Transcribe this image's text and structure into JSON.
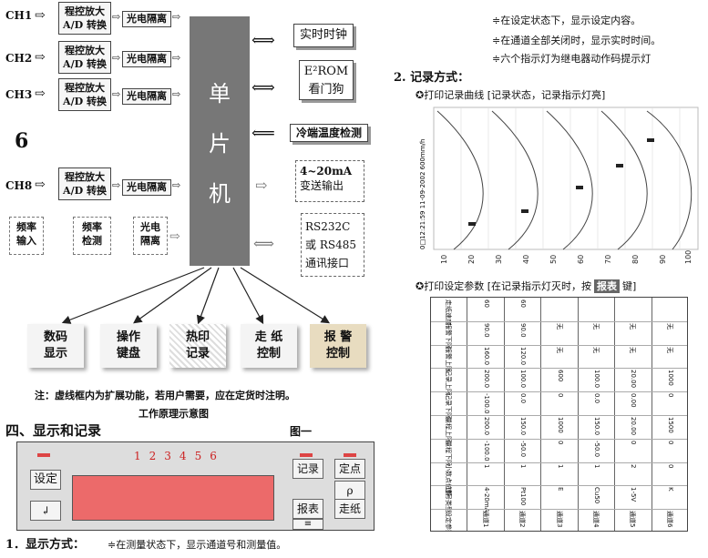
{
  "channels": [
    {
      "label": "CH1",
      "amp": [
        "程控放大",
        "A/D 转换"
      ],
      "opto": "光电隔离"
    },
    {
      "label": "CH2",
      "amp": [
        "程控放大",
        "A/D 转换"
      ],
      "opto": "光电隔离"
    },
    {
      "label": "CH3",
      "amp": [
        "程控放大",
        "A/D 转换"
      ],
      "opto": "光电隔离"
    },
    {
      "label": "CH8",
      "amp": [
        "程控放大",
        "A/D 转换"
      ],
      "opto": "光电隔离"
    }
  ],
  "big_six": "6",
  "mcu": [
    "单",
    "片",
    "机"
  ],
  "right_blocks": {
    "rtc": "实时时钟",
    "eeprom_line1": "E²ROM",
    "eeprom_line2": "看门狗",
    "cold": "冷端温度检测",
    "tx1": "4~20mA",
    "tx2": "变送输出",
    "com1": "RS232C",
    "com2": "或 RS485",
    "com3": "通讯接口"
  },
  "side_blocks": {
    "freq_in": [
      "频率",
      "输入"
    ],
    "freq_det": [
      "频率",
      "检测"
    ],
    "opto": [
      "光电",
      "隔离"
    ]
  },
  "peripherals": [
    [
      "数码",
      "显示"
    ],
    [
      "操作",
      "键盘"
    ],
    [
      "热印",
      "记录"
    ],
    [
      "走 纸",
      "控制"
    ],
    [
      "报 警",
      "控制"
    ]
  ],
  "note": "注：虚线框内为扩展功能，若用户需要，应在定货时注明。",
  "caption": "工作原理示意图",
  "section4": "四、显示和记录",
  "fig1": "图一",
  "panel": {
    "digits": [
      "1",
      "2",
      "3",
      "4",
      "5",
      "6"
    ],
    "btn_set": "设定",
    "btn_enter": "↲",
    "btn_record": "记录",
    "btn_fix": "定点",
    "btn_rho": "ρ",
    "btn_report": "报表",
    "btn_feed": "走纸",
    "btn_bottom": "≡"
  },
  "display_mode": {
    "title": "1．显示方式：",
    "line1": "≑在测量状态下，显示通道号和测量值。"
  },
  "right_top": [
    "≑在设定状态下，显示设定内容。",
    "≑在通道全部关闭时，显示实时时间。",
    "≑六个指示灯为继电器动作码提示灯"
  ],
  "record_mode": {
    "title": "2.   记录方式：",
    "curve": "✪打印记录曲线 [记录状态，记录指示灯亮]",
    "param_pre": "✪打印设定参数 [在记录指示灯灭时，按",
    "param_key": "报表",
    "param_post": "键]"
  },
  "curve_chart": {
    "side_label": "0□12:21:59  11-09-2002  600mm/h",
    "x_ticks": [
      "10",
      "20",
      "30",
      "40",
      "50",
      "60",
      "70",
      "80",
      "90",
      "100"
    ]
  },
  "param_table": {
    "headers": [
      "设定参数",
      "通道1",
      "通道2",
      "通道3",
      "通道4",
      "通道5",
      "通道6"
    ],
    "rows": [
      [
        "信号类型",
        "4-20mA",
        "Pt100",
        "E",
        "Cu50",
        "1-5V",
        "K"
      ],
      [
        "小数点位置",
        "1",
        "1",
        "1",
        "1",
        "2",
        "0"
      ],
      [
        "量程下限",
        "-100.0",
        "-50.0",
        "0",
        "-50.0",
        "0",
        "0"
      ],
      [
        "量程上限",
        "200.0",
        "150.0",
        "1000",
        "150.0",
        "20.00",
        "1500"
      ],
      [
        "记录下限",
        "-100.0",
        "0.0",
        "0",
        "0.0",
        "0.00",
        "0"
      ],
      [
        "记录上限",
        "200.0",
        "100.0",
        "600",
        "100.0",
        "20.00",
        "1000"
      ],
      [
        "报警上限",
        "160.0",
        "120.0",
        "无",
        "无",
        "无",
        "无"
      ],
      [
        "报警下限",
        "90.0",
        "90.0",
        "无",
        "无",
        "无",
        "无"
      ],
      [
        "走纸速度",
        "60",
        "60",
        "",
        "",
        "",
        ""
      ]
    ]
  },
  "colors": {
    "mcu": "#777777",
    "display": "#ec6a6a",
    "digits": "#cc2222",
    "panel": "#dddddd"
  }
}
